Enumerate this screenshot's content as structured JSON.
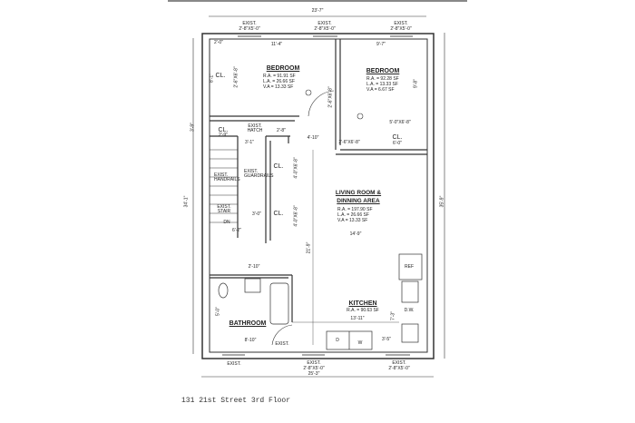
{
  "caption": "131 21st Street 3rd Floor",
  "dimensions": {
    "top_overall": "23'-7\"",
    "bottom_overall": "25'-3\"",
    "left_overall": "34'-1\"",
    "left_upper": "3'-9\"",
    "right_overall": "35'-9\"",
    "bedroom1_width": "11'-4\"",
    "bedroom2_width": "9'-7\"",
    "bedroom2_height": "9'-8\"",
    "closet_top": "2'-0\"",
    "closet_height": "8'-1\"",
    "living_width": "14'-9\"",
    "living_height": "21'-9\"",
    "hall_width": "4'-10\"",
    "stair_width": "6'-2\"",
    "hall_closet": "3'-0\"",
    "bath_door": "2'-10\"",
    "bath_width": "8'-10\"",
    "bath_height": "5'-0\"",
    "kitchen_width": "13'-11\"",
    "kitchen_side": "7'-3\"",
    "kitchen_counter": "3'-5\"",
    "closet2_width": "2'-9\"",
    "hatch_width": "3'-1\"",
    "door_1": "2'-8\"",
    "closet3_width": "6'-0\""
  },
  "windows": {
    "exist": "EXIST.",
    "size": "2'-8\"X5'-0\""
  },
  "doors": {
    "bifold": "5'-0\"X6'-8\"",
    "bifold2": "2'-6\"X6'-8\"",
    "closet_door": "4'-0\"X6'-8\""
  },
  "rooms": {
    "bedroom1": {
      "name": "BEDROOM",
      "ra": "R.A. = 91.91 SF",
      "la": "L.A. = 26.66 SF",
      "va": "V.A = 13.33 SF"
    },
    "bedroom2": {
      "name": "BEDROOM",
      "ra": "R.A. = 92.28 SF",
      "la": "L.A. = 13.33 SF",
      "va": "V.A = 6.67 SF"
    },
    "living1": "LIVING ROOM &",
    "living2": "DINNING AREA",
    "living": {
      "ra": "R.A. = 197.90 SF",
      "la": "L.A. = 26.66 SF",
      "va": "V.A = 13.33 SF"
    },
    "kitchen": {
      "name": "KITCHEN",
      "ra": "R.A. = 90.63 SF"
    },
    "bathroom": {
      "name": "BATHROOM"
    },
    "closet": "CL."
  },
  "labels": {
    "exist_hatch": "EXIST. HATCH",
    "handrails": "EXIST. HANDRAILS",
    "guardrails": "EXIST. GUARDRAILS",
    "stair": "EXIST. STAIR",
    "dn": "DN",
    "ref": "REF",
    "dw": "D.W.",
    "dryer": "D",
    "washer": "W"
  }
}
